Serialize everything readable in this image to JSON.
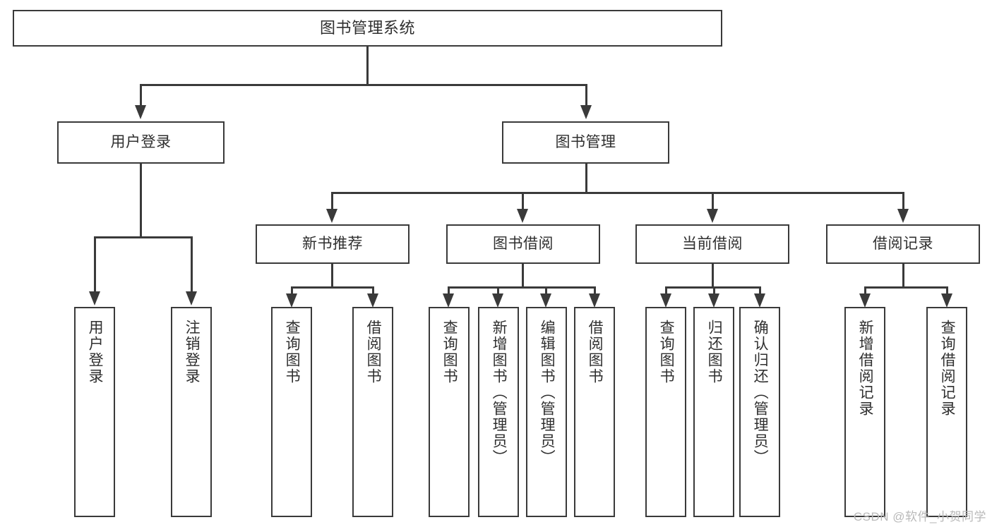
{
  "diagram": {
    "title": "图书管理系统",
    "type": "hierarchy-tree",
    "root": {
      "label": "图书管理系统"
    },
    "level1": [
      {
        "id": "user-login",
        "label": "用户登录"
      },
      {
        "id": "book-management",
        "label": "图书管理"
      }
    ],
    "level2": [
      {
        "id": "new-book-recommend",
        "label": "新书推荐",
        "parent": "book-management"
      },
      {
        "id": "book-borrow",
        "label": "图书借阅",
        "parent": "book-management"
      },
      {
        "id": "current-borrow",
        "label": "当前借阅",
        "parent": "book-management"
      },
      {
        "id": "borrow-record",
        "label": "借阅记录",
        "parent": "book-management"
      }
    ],
    "leaves": [
      {
        "id": "leaf-user-login",
        "label": "用户登录",
        "parent": "user-login"
      },
      {
        "id": "leaf-logout-login",
        "label": "注销登录",
        "parent": "user-login"
      },
      {
        "id": "leaf-query-book-1",
        "label": "查询图书",
        "parent": "new-book-recommend"
      },
      {
        "id": "leaf-borrow-book-1",
        "label": "借阅图书",
        "parent": "new-book-recommend"
      },
      {
        "id": "leaf-query-book-2",
        "label": "查询图书",
        "parent": "book-borrow"
      },
      {
        "id": "leaf-add-book",
        "label": "新增图书（管理员）",
        "parent": "book-borrow"
      },
      {
        "id": "leaf-edit-book",
        "label": "编辑图书（管理员）",
        "parent": "book-borrow"
      },
      {
        "id": "leaf-borrow-book-2",
        "label": "借阅图书",
        "parent": "book-borrow"
      },
      {
        "id": "leaf-query-book-3",
        "label": "查询图书",
        "parent": "current-borrow"
      },
      {
        "id": "leaf-return-book",
        "label": "归还图书",
        "parent": "current-borrow"
      },
      {
        "id": "leaf-confirm-return",
        "label": "确认归还（管理员）",
        "parent": "current-borrow"
      },
      {
        "id": "leaf-add-record",
        "label": "新增借阅记录",
        "parent": "borrow-record"
      },
      {
        "id": "leaf-query-record",
        "label": "查询借阅记录",
        "parent": "borrow-record"
      }
    ]
  },
  "watermark": {
    "text": "CSDN @软件_小贺同学"
  },
  "colors": {
    "stroke": "#3a3a3a",
    "text": "#2f2f2f",
    "background": "#ffffff",
    "watermark": "#b9b9b9"
  }
}
